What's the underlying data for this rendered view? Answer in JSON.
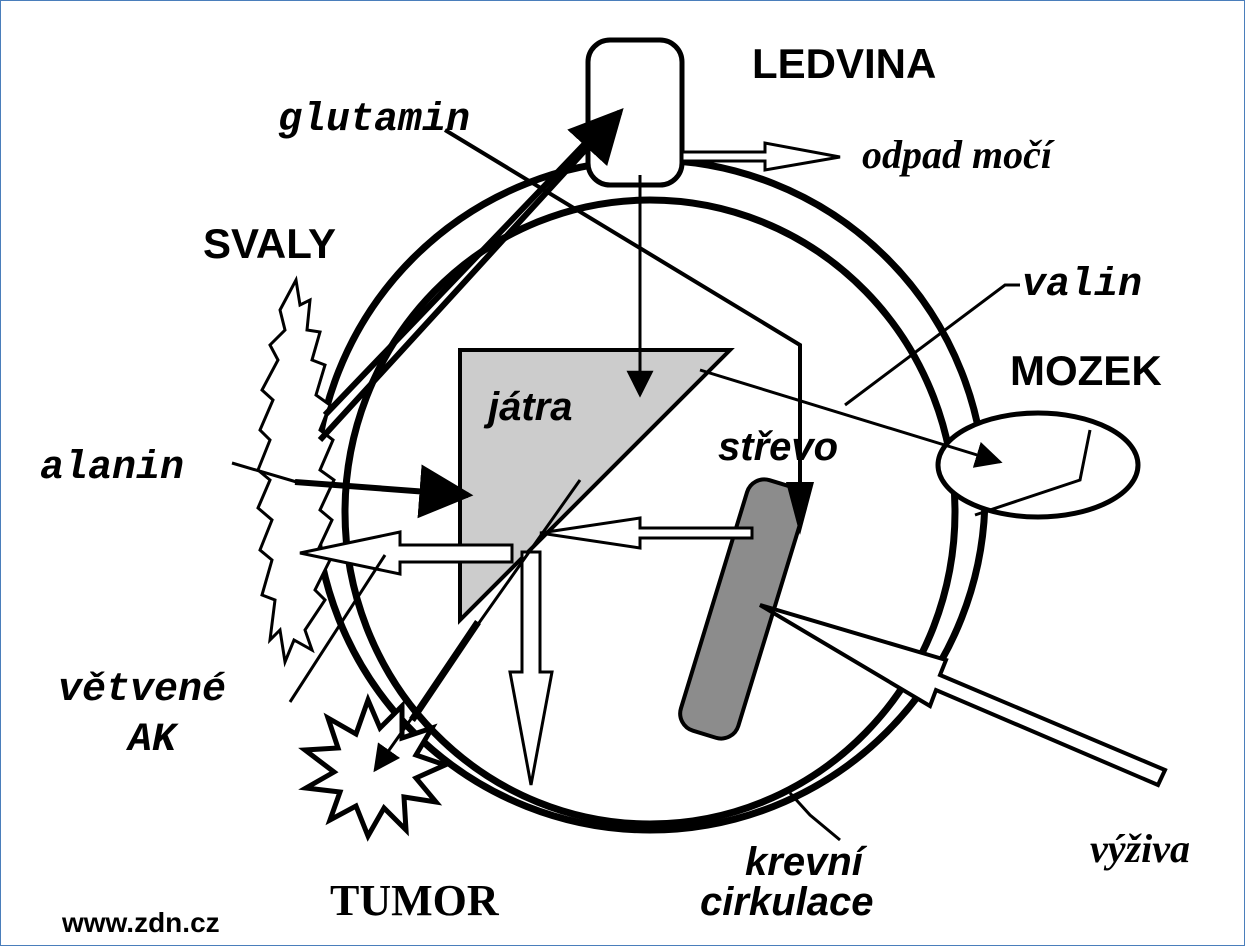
{
  "labels": {
    "kidney": "LEDVINA",
    "glutamine": "glutamin",
    "urine_waste": "odpad močí",
    "muscles": "SVALY",
    "valine": "valin",
    "brain": "MOZEK",
    "liver": "játra",
    "intestine": "střevo",
    "alanine": "alanin",
    "bcaa_line1": "větvené",
    "bcaa_line2": "AK",
    "tumor": "TUMOR",
    "circulation_line1": "krevní",
    "circulation_line2": "cirkulace",
    "nutrition": "výživa",
    "website": "www.zdn.cz"
  },
  "colors": {
    "frame_border": "#4a7ebb",
    "liver_fill": "#cccccc",
    "intestine_fill": "#8c8c8c",
    "ink": "#000000"
  }
}
